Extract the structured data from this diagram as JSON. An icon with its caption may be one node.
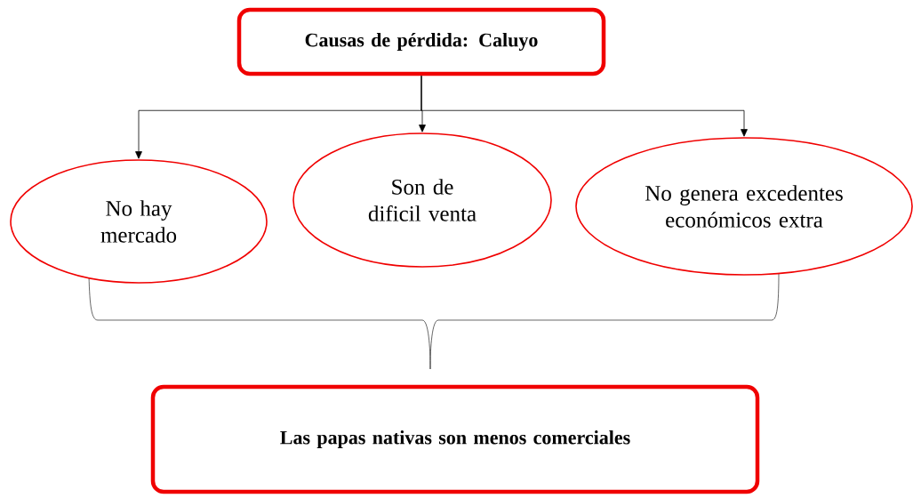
{
  "diagram": {
    "nodes": [
      {
        "text": [
          "Causas de pérdida: Caluyo"
        ]
      },
      {
        "text": [
          "No hay mercado"
        ]
      },
      {
        "text": [
          "Son de dificil venta"
        ]
      },
      {
        "text": [
          "No genera excedentes económicos extra"
        ]
      },
      {
        "text": [
          "Las papas nativas son menos comerciales"
        ]
      }
    ],
    "edges": [
      {
        "from": 0,
        "to": 1,
        "arrow": "to"
      },
      {
        "from": 0,
        "to": 2,
        "arrow": "to"
      },
      {
        "from": 0,
        "to": 3,
        "arrow": "to"
      }
    ]
  }
}
